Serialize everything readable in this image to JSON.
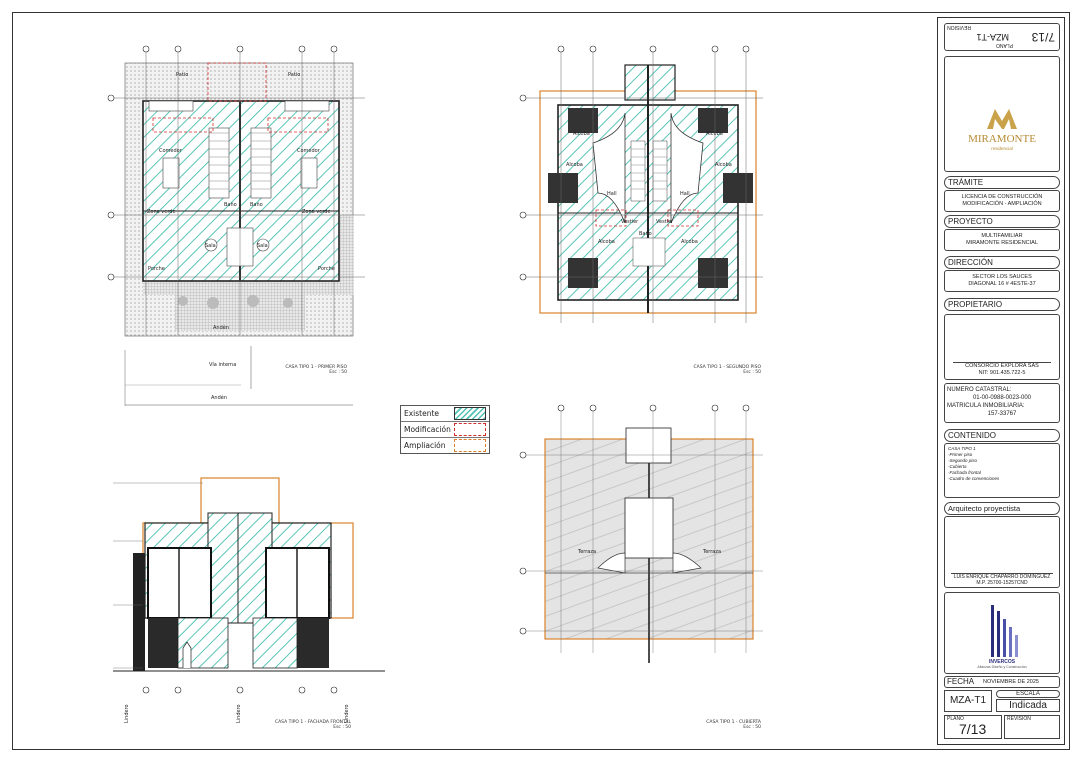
{
  "drawings": {
    "first_floor": {
      "title": "CASA TIPO 1 - PRIMER PISO",
      "scale": "Esc : 50",
      "rooms": {
        "patio1": "Patio",
        "patio2": "Patio",
        "comedor1": "Comedor",
        "comedor2": "Comedor",
        "bano1": "Baño",
        "bano2": "Baño",
        "sala1": "Sala",
        "sala2": "Sala",
        "zona1": "Zona verde",
        "zona2": "Zona verde",
        "porche1": "Porche",
        "porche2": "Porche",
        "anden1": "Andén",
        "via": "Vía interna",
        "anden2": "Andén"
      }
    },
    "second_floor": {
      "title": "CASA TIPO 1 - SEGUNDO PISO",
      "scale": "Esc : 50",
      "rooms": {
        "alc1": "Alcoba",
        "alc2": "Alcoba",
        "alc3": "Alcoba",
        "alc4": "Alcoba",
        "alc5": "Alcoba",
        "alc6": "Alcoba",
        "hall1": "Hall",
        "hall2": "Hall",
        "vestier1": "Vestier",
        "vestier2": "Vestier",
        "bano": "Baño"
      }
    },
    "facade": {
      "title": "CASA TIPO 1 - FACHADA FRONTAL",
      "scale": "Esc : 50",
      "lindero": "Lindero"
    },
    "roof": {
      "title": "CASA TIPO 1 - CUBIERTA",
      "scale": "Esc : 50",
      "terraza1": "Terraza",
      "terraza2": "Terraza"
    }
  },
  "legend": {
    "existente": "Existente",
    "modificacion": "Modificación",
    "ampliacion": "Ampliación"
  },
  "title_block": {
    "top_plano": "7/13",
    "top_plano_label": "PLANO",
    "top_code": "MZA-T1",
    "top_revision_label": "REVISION",
    "logo_brand": "MIRAMONTE",
    "logo_sub": "residencial",
    "tramite_label": "TRÁMITE",
    "tramite_line1": "LICENCIA DE CONSTRUCCIÓN",
    "tramite_line2": "MODIFICACIÓN - AMPLIACIÓN",
    "proyecto_label": "PROYECTO",
    "proyecto_line1": "MULTIFAMILIAR",
    "proyecto_line2": "MIRAMONTE RESIDENCIAL",
    "direccion_label": "DIRECCIÓN",
    "direccion_line1": "SECTOR LOS SAUCES",
    "direccion_line2": "DIAGONAL 16 # 4ESTE-37",
    "propietario_label": "PROPIETARIO",
    "propietario_name": "CONSORCIO EXPLORA SAS",
    "propietario_nit": "NIT: 901.435.722-5",
    "catastral_label": "NUMERO CATASTRAL:",
    "catastral_value": "01-00-0988-0023-000",
    "matricula_label": "MATRICULA INMOBILIARIA:",
    "matricula_value": "157-33767",
    "contenido_label": "CONTENIDO",
    "contenido_items": [
      "CASA TIPO 1",
      "-Primer piso",
      "-Segundo piso",
      "-Cubierta",
      "-Fachada frontal",
      "-Cuadro de convenciones"
    ],
    "arquitecto_label": "Arquitecto proyectista",
    "arquitecto_name": "LUIS ENRIQUE CHAPARRO DOMINGUEZ",
    "arquitecto_mp": "M.P. 25700-15257CND",
    "logo2_brand": "INVERCOS",
    "logo2_sub": "Alianzas Diseño y Construcción",
    "fecha_label": "FECHA",
    "fecha_value": "NOVIEMBRE DE 2025",
    "code": "MZA-T1",
    "escala_label": "ESCALA",
    "escala_value": "Indicada",
    "plano_label": "PLANO",
    "plano_value": "7/13",
    "revision_label": "REVISIÓN"
  },
  "colors": {
    "existente": "#4fc3b3",
    "modificacion": "#d22d2d",
    "ampliacion": "#d9822b"
  }
}
